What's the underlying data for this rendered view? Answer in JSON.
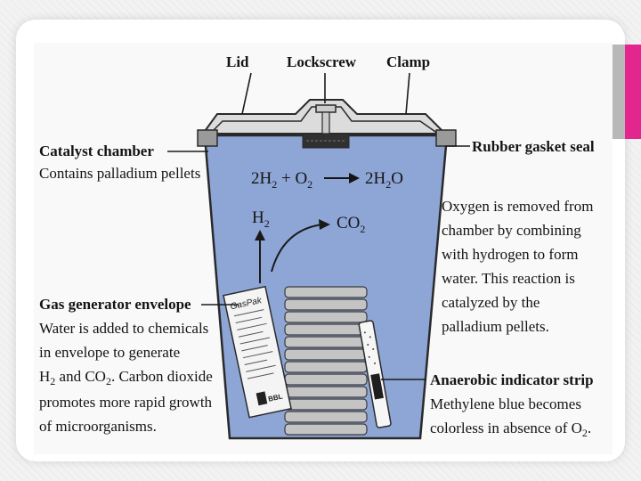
{
  "labels": {
    "lid": "Lid",
    "lockscrew": "Lockscrew",
    "clamp": "Clamp",
    "catalyst_title": "Catalyst chamber",
    "catalyst_desc": "Contains palladium pellets",
    "gasket": "Rubber gasket seal",
    "gas_gen_title": "Gas generator envelope",
    "gas_gen_lines": [
      "Water is added to chemicals",
      "in envelope to generate"
    ],
    "gas_gen_h2co2": {
      "h": "H",
      "h_sub": "2",
      "mid": " and CO",
      "co_sub": "2",
      "rest": ". Carbon dioxide"
    },
    "gas_gen_lines_2": [
      "promotes more rapid growth",
      "of microorganisms."
    ],
    "oxygen_lines": [
      "Oxygen is removed from",
      "chamber by combining",
      "with hydrogen to form",
      "water. This reaction is",
      "catalyzed by the",
      "palladium pellets."
    ],
    "indicator_title": "Anaerobic indicator strip",
    "indicator_line1": "Methylene blue becomes",
    "indicator_line2": {
      "text": "colorless in absence of O",
      "sub": "2",
      "end": "."
    }
  },
  "equation": {
    "lhs_a": "2H",
    "lhs_a_sub": "2",
    "plus": " + O",
    "lhs_b_sub": "2",
    "rhs": "2H",
    "rhs_sub": "2",
    "rhs_end": "O"
  },
  "gases": {
    "h2": "H",
    "h2_sub": "2",
    "co2": "CO",
    "co2_sub": "2"
  },
  "envelope": {
    "brand": "GasPak",
    "maker": "BBL"
  },
  "colors": {
    "water": "#8ea6d6",
    "accent": "#e3268f",
    "outline": "#2a2a2a"
  }
}
